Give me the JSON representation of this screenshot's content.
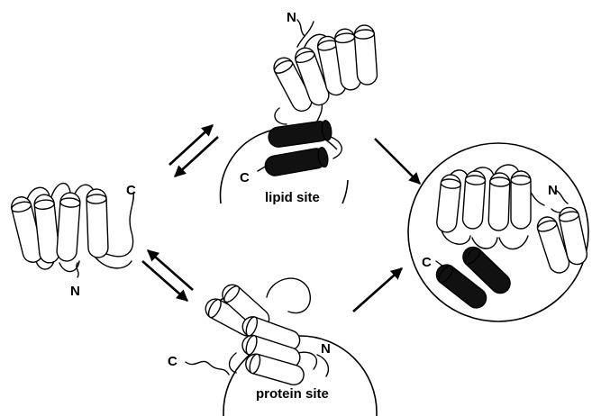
{
  "labels": {
    "lipid_site": "lipid site",
    "protein_site": "protein site",
    "terminus_n": "N",
    "terminus_c": "C"
  },
  "colors": {
    "ink": "#000000",
    "dark_helix": "#111111",
    "light_helix": "#ffffff"
  },
  "icons": {
    "equilibrium": "double-harpoon-arrow",
    "conversion": "single-arrow"
  }
}
